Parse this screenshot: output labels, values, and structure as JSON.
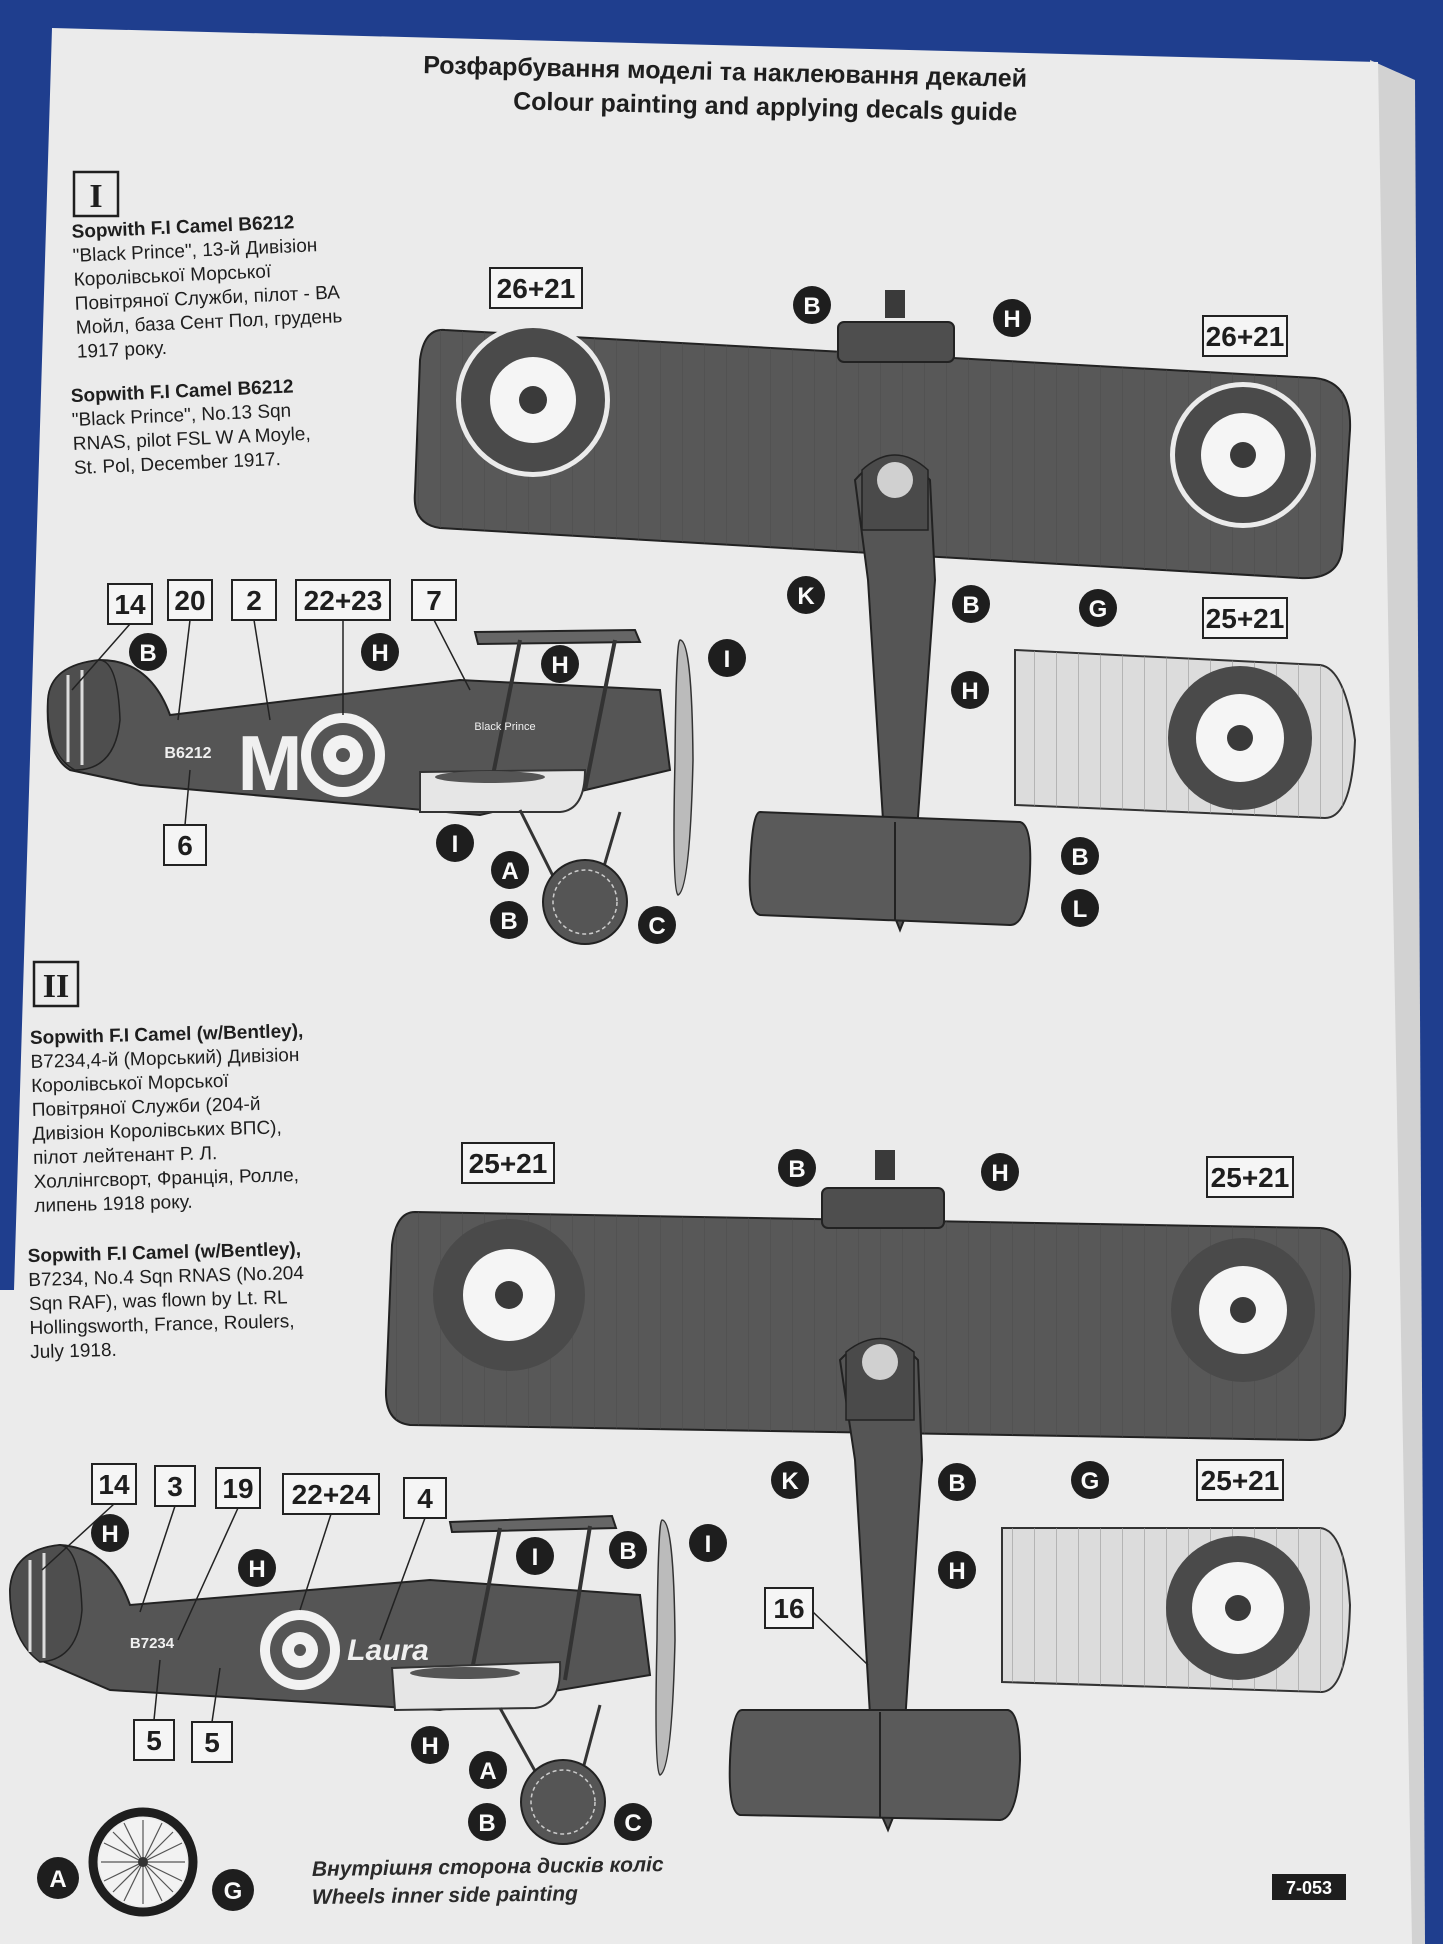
{
  "header": {
    "title_ua": "Розфарбування моделі та наклеювання декалей",
    "title_en": "Colour painting  and applying decals guide"
  },
  "page_code": "7-053",
  "colors": {
    "page": "#ebebeb",
    "camo": "#585858",
    "clear_doped_linen": "#dcdcdc",
    "roundel_dark": "#4a4a4a",
    "background": "#1f3e8e"
  },
  "schemes": [
    {
      "numeral": "I",
      "desc_ua": [
        "Sopwith F.I Camel B6212",
        "\"Black Prince\", 13-й Дивізіон",
        "Королівської Морської",
        "Повітряної Служби, пілот - ВА",
        "Мойл, база Сент Пол, грудень",
        "1917 року."
      ],
      "desc_en": [
        "Sopwith F.I Camel B6212",
        "\"Black Prince\", No.13 Sqn",
        "RNAS, pilot  FSL  W A Moyle,",
        "St. Pol, December 1917."
      ],
      "serial": "B6212",
      "name_on_fuselage": "Black Prince",
      "fuselage_letter": "M",
      "decals_side": [
        "14",
        "20",
        "2",
        "22+23",
        "7",
        "6"
      ],
      "decals_top": [
        "26+21",
        "26+21"
      ],
      "decals_bottom": [
        "25+21"
      ],
      "paint_side": [
        "B",
        "H",
        "H",
        "I",
        "I",
        "A",
        "B",
        "C"
      ],
      "paint_top": [
        "B",
        "H",
        "K",
        "B",
        "H",
        "G",
        "B",
        "L"
      ]
    },
    {
      "numeral": "II",
      "desc_ua": [
        "Sopwith F.I Camel (w/Bentley),",
        "B7234,4-й (Морський) Дивізіон",
        "Королівської Морської",
        "Повітряної Служби (204-й",
        "Дивізіон Королівських ВПС),",
        "пілот  лейтенант Р. Л.",
        "Холлінгсворт, Франція, Ролле,",
        "липень 1918 року."
      ],
      "desc_en": [
        "Sopwith F.I Camel (w/Bentley),",
        "B7234, No.4 Sqn RNAS (No.204",
        "Sqn RAF), was flown by Lt. RL",
        "Hollingsworth, France, Roulers,",
        "July 1918."
      ],
      "serial": "B7234",
      "name_on_fuselage": "Laura",
      "decals_side": [
        "14",
        "3",
        "19",
        "22+24",
        "4",
        "5",
        "5"
      ],
      "decals_top": [
        "25+21",
        "25+21",
        "16"
      ],
      "decals_bottom": [
        "25+21"
      ],
      "paint_side": [
        "H",
        "H",
        "I",
        "B",
        "I",
        "H",
        "A",
        "B",
        "C"
      ],
      "paint_top": [
        "B",
        "H",
        "K",
        "B",
        "H",
        "G"
      ]
    }
  ],
  "wheel_note": {
    "ua": "Внутрішня сторона дисків коліс",
    "en": "Wheels inner side painting",
    "letters": [
      "A",
      "G"
    ]
  }
}
